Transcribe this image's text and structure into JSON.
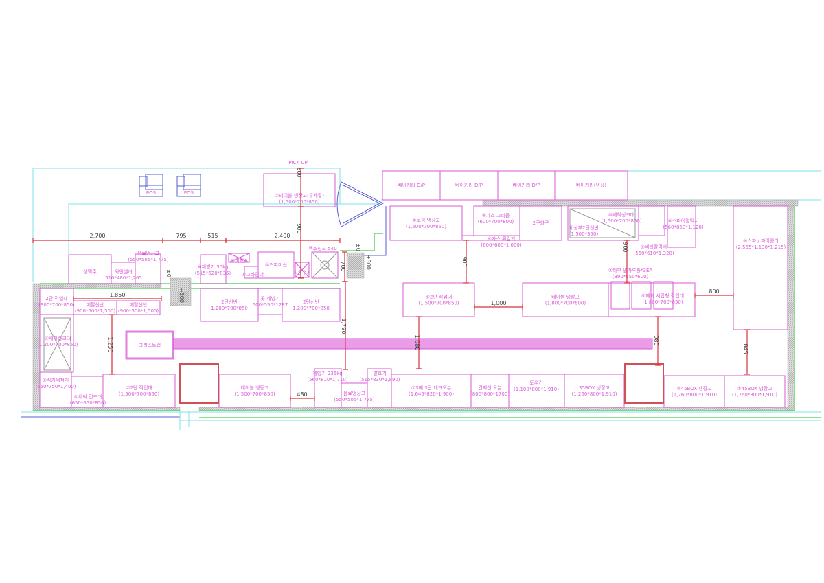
{
  "pick_up": "PICK UP",
  "pos": [
    "POS",
    "POS"
  ],
  "items": {
    "table_fridge_top": [
      "⑦테이블 냉장고(우세팝)",
      "(1,500*700*850)"
    ],
    "bakery1": [
      "베이커리 D/P"
    ],
    "bakery2": [
      "베이커리 D/P"
    ],
    "bakery3": [
      "베이커리 D/P"
    ],
    "bakery4": [
      "베이커리(냉장)"
    ],
    "topping": [
      "①토핑 냉장고",
      "(1,500*700*850)"
    ],
    "griddle": [
      "⑤가스 그리들",
      "(600*700*800)"
    ],
    "fryer": [
      "⑥가스 튀김기",
      "(600*600*1,000)"
    ],
    "burner": [
      "2구화구"
    ],
    "wash_sink_top": [
      "⑩세척싱크대",
      "(1,500*700*850)"
    ],
    "upper_shelf": [
      "⑪상부2단선반",
      "(1,500*350)"
    ],
    "spiral": [
      "⑧스파이럴믹서",
      "(560*850*1,120)"
    ],
    "vertical_mixer": [
      "⑨버티칼믹서",
      "(560*610*1,320)"
    ],
    "sheeter": [
      "⑤스파 / 파이롤러",
      "(2,555*1,130*1,215)"
    ],
    "beer": [
      "생맥주"
    ],
    "wine": [
      "와인셀러",
      "510*480*1,265"
    ],
    "drink_fridge_top": [
      "음료냉장고",
      "(550*505*1,775)"
    ],
    "ice50": [
      "⑧제빙기 50kg",
      "(515*620*835)"
    ],
    "pitcher": [
      "⑩피처A"
    ],
    "grinder": [
      "⑨그라인더"
    ],
    "coffee": [
      "①커피머신"
    ],
    "water": [
      "①온수기"
    ],
    "baekjo_sink": [
      "백조싱크 540"
    ],
    "work2_left": [
      "2단 작업대",
      "(900*700*850)"
    ],
    "metal1": [
      "메탈선반",
      "(900*500*1,500)"
    ],
    "metal2": [
      "메탈선반",
      "(900*500*1,500)"
    ],
    "wash_sink_left": [
      "④세척싱크대",
      "(1,200*700*850)"
    ],
    "dishwasher": [
      "⑤식기세척기",
      "(650*750*1,400)"
    ],
    "dry_rack": [
      "④세척 건조대",
      "(650*650*850)"
    ],
    "work2_b": [
      "②2단 작업대",
      "(1,500*700*850)"
    ],
    "grease": [
      "그리스트랩"
    ],
    "shelf2a": [
      "2단선반",
      "1,200*700*850"
    ],
    "flower_ice": [
      "꽃 제빙기",
      "500*550*1287"
    ],
    "shelf2b": [
      "2단선반",
      "1,200*700*850"
    ],
    "table_freezer": [
      "테이블 냉동고",
      "(1,500*700*850)"
    ],
    "ice235": [
      "제빙기 235kg",
      "(560*810*1,710)"
    ],
    "drink_fridge_b": [
      "음료냉장고",
      "(550*505*1,775)"
    ],
    "proofer": [
      "발효기",
      "(515*830*1,890)"
    ],
    "deck_oven": [
      "①3매 3단 데크오븐",
      "(1,645*820*1,900)"
    ],
    "convection": [
      "컨벡션 오븐",
      "(800*800*1700)"
    ],
    "dough_con": [
      "도우컨",
      "(1,100*800*1,910)"
    ],
    "box35": [
      "35BOX 냉장고",
      "(1,260*800*1,910)"
    ],
    "box45b": [
      "②45BOX 냉장고",
      "(1,260*800*1,910)"
    ],
    "box45a": [
      "①45BOX 냉장고",
      "(1,260*800*1,910)"
    ],
    "work2_mid": [
      "⑥2단 작업대",
      "(1,500*700*850)"
    ],
    "table_fridge_mid": [
      "테이블 냉장고",
      "(1,800*700*600)"
    ],
    "flour": [
      "⑦하부 밀가루통*3EA",
      "(390*550*600)"
    ],
    "drawer_table": [
      "⑥제과 서랍형 작업대",
      "(1,800*700*850)"
    ]
  },
  "dimensions": {
    "d2700": "2,700",
    "d795": "795",
    "d515": "515",
    "d2400": "2,400",
    "d800a": "800",
    "d900a": "900",
    "d700": "700",
    "d1850": "1,850",
    "d1250": "1,250",
    "d1790": "1,790",
    "d480": "480",
    "d900b": "900",
    "d900c": "900",
    "d1000": "1,000",
    "d800b": "800",
    "d1080": "1,080",
    "d980": "980",
    "d845": "845"
  },
  "levels": {
    "l0a": "±0",
    "p300a": "+300",
    "l0b": "±0",
    "p300b": "+300"
  },
  "colors": {
    "equipment": "#d95ad6",
    "dimension": "#d8303a",
    "wall": "#62d36b",
    "outline": "#7fe3e8"
  }
}
